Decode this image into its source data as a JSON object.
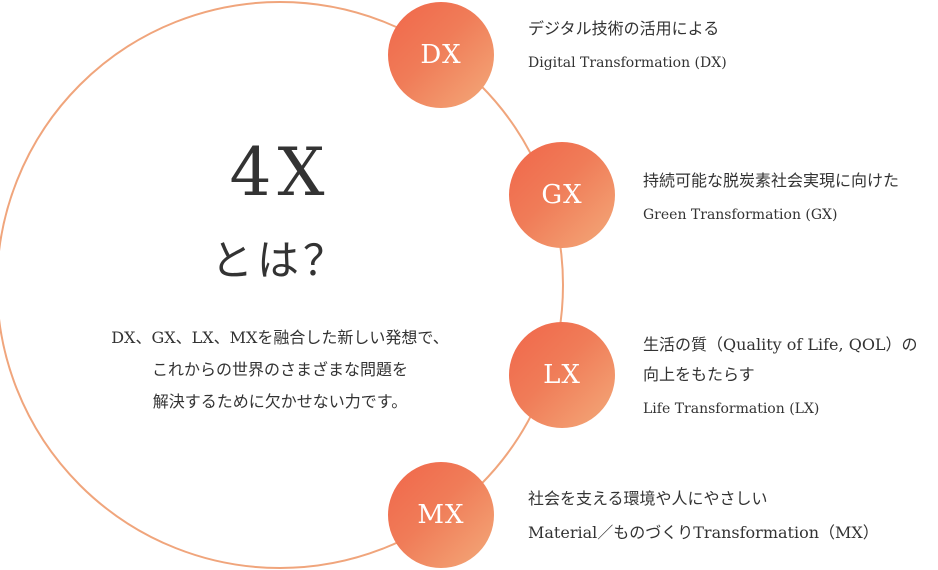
{
  "title": "4X",
  "subtitle": "とは？",
  "description": [
    "DX、GX、LX、MXを融合した新しい発想で、",
    "これからの世界のさまざまな問題を",
    "解決するために欠かせない力です。"
  ],
  "colors": {
    "accent": "#f07c58",
    "node_start": "#f1664a",
    "node_end": "#f3aa7a",
    "ring": "#f0a57c",
    "text": "#333333"
  },
  "nodes": [
    {
      "id": "DX",
      "label": "DX",
      "jp": [
        "デジタル技術の活用による"
      ],
      "en": "Digital Transformation (DX)"
    },
    {
      "id": "GX",
      "label": "GX",
      "jp": [
        "持続可能な脱炭素社会実現に向けた"
      ],
      "en": "Green Transformation (GX)"
    },
    {
      "id": "LX",
      "label": "LX",
      "jp": [
        "生活の質（Quality of Life, QOL）の",
        "向上をもたらす"
      ],
      "en": "Life Transformation (LX)"
    },
    {
      "id": "MX",
      "label": "MX",
      "jp": [
        "社会を支える環境や人にやさしい",
        "Material／ものづくりTransformation（MX）"
      ],
      "en": ""
    }
  ]
}
